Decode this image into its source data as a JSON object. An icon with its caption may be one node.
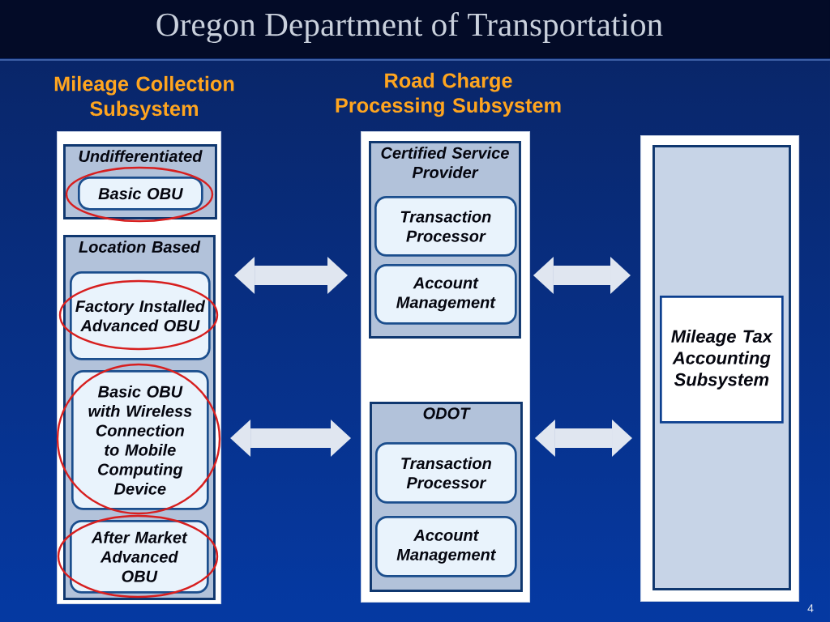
{
  "diagram": {
    "title": "Oregon Department of Transportation",
    "nodes": [
      {
        "text": [
          "Mileage Collection Subsystem"
        ]
      },
      {
        "text": [
          "Undifferentiated"
        ],
        "in": 0
      },
      {
        "text": [
          "Basic OBU"
        ],
        "in": 1
      },
      {
        "text": [
          "Location Based"
        ],
        "in": 0
      },
      {
        "text": [
          "Factory Installed Advanced OBU"
        ],
        "in": 3
      },
      {
        "text": [
          "Basic OBU with Wireless Connection to Mobile Computing Device"
        ],
        "in": 3
      },
      {
        "text": [
          "After Market Advanced OBU"
        ],
        "in": 3
      },
      {
        "text": [
          "Road Charge Processing Subsystem"
        ]
      },
      {
        "text": [
          "Certified Service Provider"
        ],
        "in": 7
      },
      {
        "text": [
          "Transaction Processor"
        ],
        "in": 8
      },
      {
        "text": [
          "Account Management"
        ],
        "in": 8
      },
      {
        "text": [
          "ODOT"
        ],
        "in": 7
      },
      {
        "text": [
          "Transaction Processor"
        ],
        "in": 11
      },
      {
        "text": [
          "Account Management"
        ],
        "in": 11
      },
      {
        "text": [],
        "shape": "box"
      },
      {
        "text": [],
        "shape": "box",
        "in": 14
      },
      {
        "text": [
          "Mileage Tax Accounting Subsystem"
        ],
        "in": 15
      }
    ],
    "edges": [
      {
        "from": 0,
        "to": 8,
        "arrow": "both"
      },
      {
        "from": 0,
        "to": 11,
        "arrow": "both"
      },
      {
        "from": 8,
        "to": 14,
        "arrow": "both"
      },
      {
        "from": 11,
        "to": 14,
        "arrow": "both"
      }
    ],
    "labels": [
      "4"
    ]
  }
}
